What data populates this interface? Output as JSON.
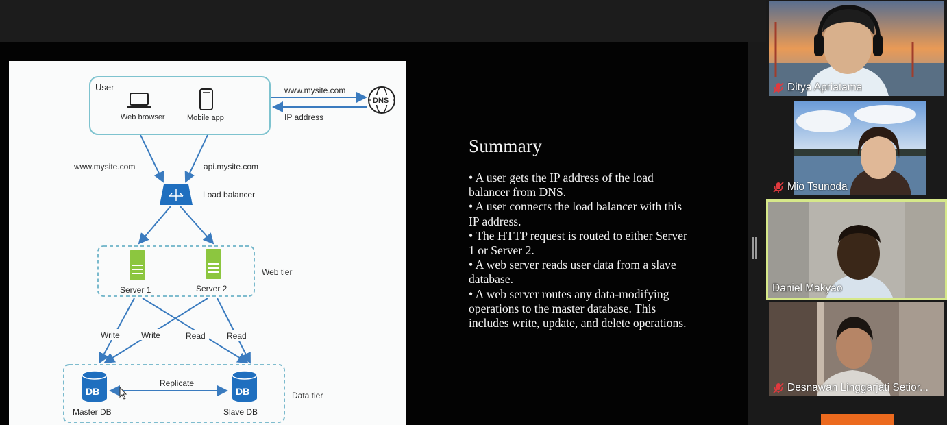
{
  "diagram": {
    "user_group": "User",
    "web_browser": "Web browser",
    "mobile_app": "Mobile app",
    "request_domain": "www.mysite.com",
    "dns_label": "DNS",
    "ip_address": "IP address",
    "left_domain": "www.mysite.com",
    "api_domain": "api.mysite.com",
    "load_balancer": "Load balancer",
    "server1": "Server 1",
    "server2": "Server 2",
    "web_tier": "Web tier",
    "write1": "Write",
    "write2": "Write",
    "read1": "Read",
    "read2": "Read",
    "master_db": "Master DB",
    "slave_db": "Slave DB",
    "db_glyph": "DB",
    "replicate": "Replicate",
    "data_tier": "Data tier"
  },
  "summary": {
    "title": "Summary",
    "bullets": [
      "A user gets the IP address of the load balancer from DNS.",
      "A user connects the load balancer with this IP address.",
      "The HTTP request is routed to either Server 1 or Server 2.",
      "A web server reads user data from a slave database.",
      "A web server routes any data-modifying operations to the master database. This includes write, update, and delete operations."
    ]
  },
  "participants": [
    {
      "name": "Ditya Apriatama",
      "muted": true
    },
    {
      "name": "Mio Tsunoda",
      "muted": true
    },
    {
      "name": "Daniel Makyao",
      "muted": false,
      "active_speaker": true
    },
    {
      "name": "Desnawan Linggarjati Setior...",
      "muted": true
    }
  ],
  "colors": {
    "active_speaker_border": "#d6e88a",
    "muted_icon": "#e0393e",
    "accent_orange": "#ec6a1e",
    "diagram_blue": "#3a7bbf"
  }
}
